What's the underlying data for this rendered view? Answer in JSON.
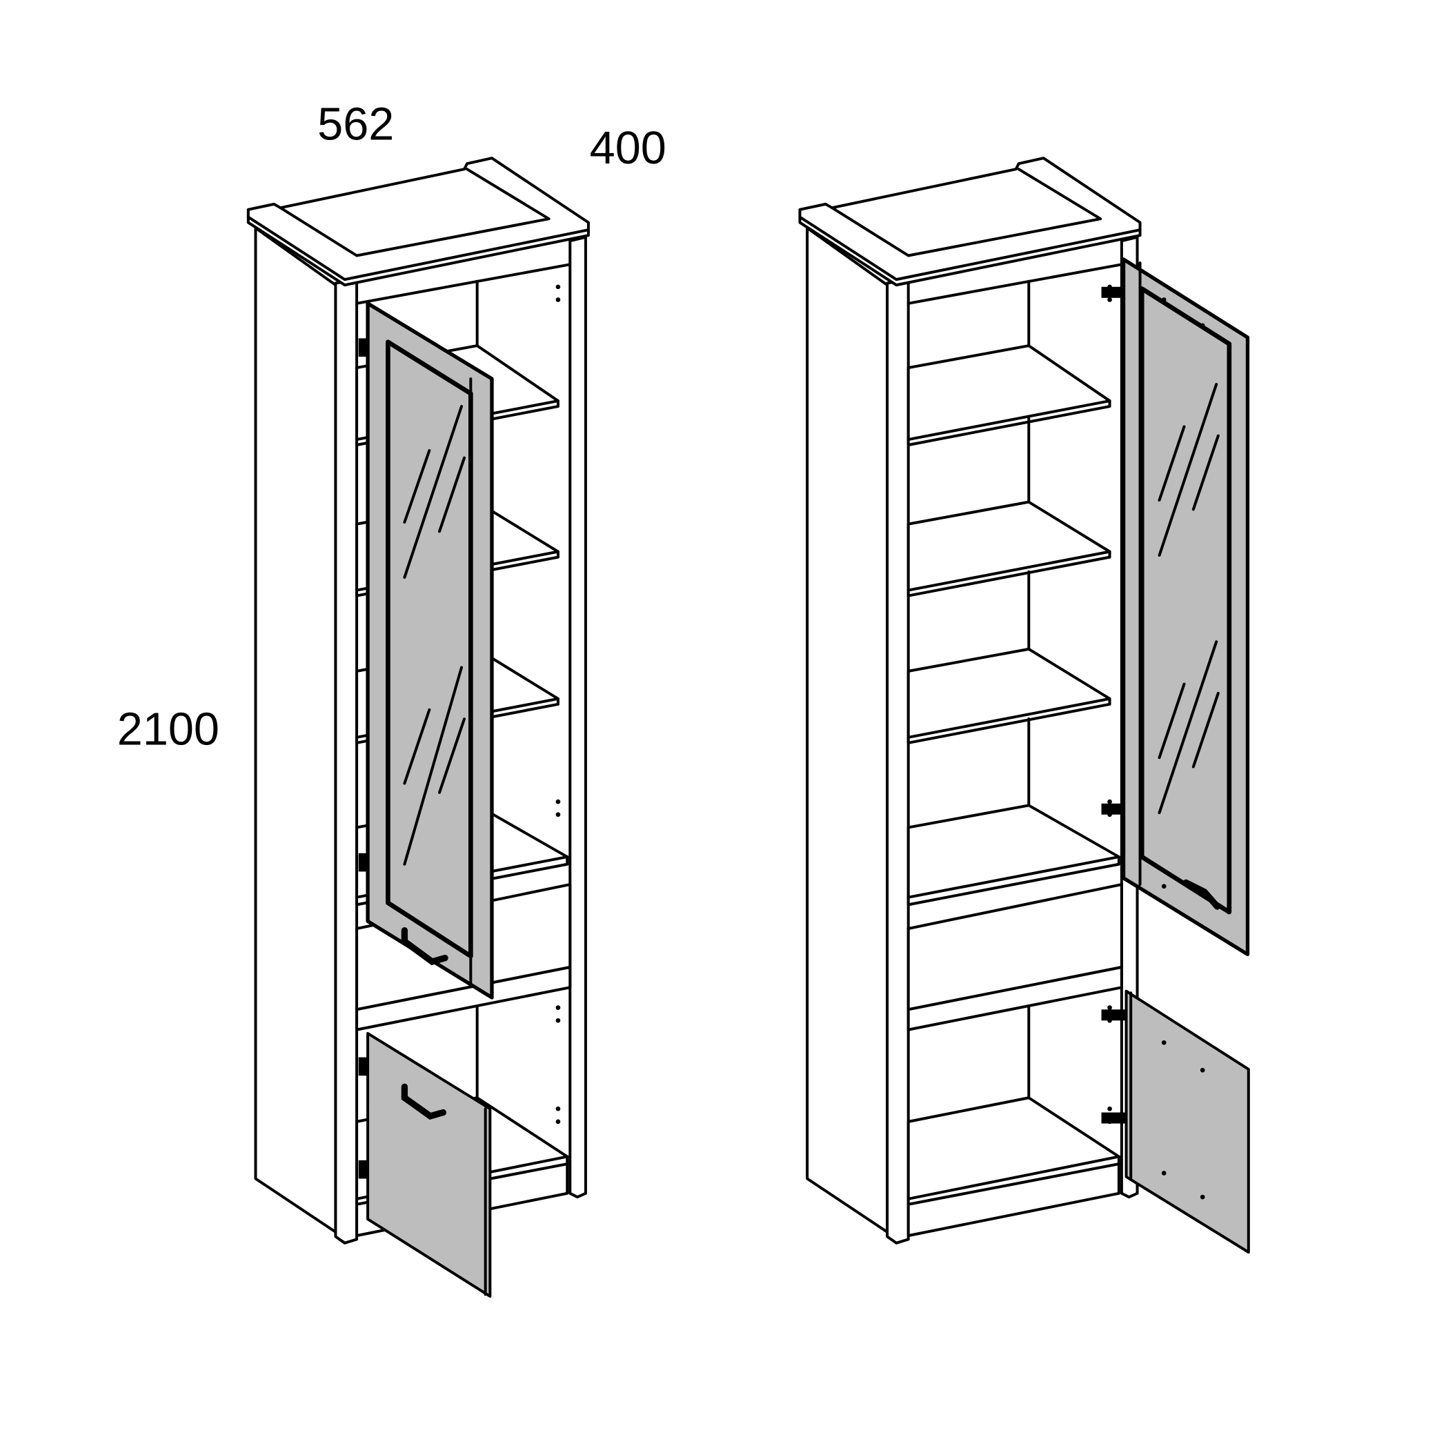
{
  "dimensions": {
    "width": "562",
    "depth": "400",
    "height": "2100"
  },
  "colors": {
    "line": "#000000",
    "door_fill": "#bdbdbd",
    "background": "#ffffff"
  },
  "views": [
    {
      "name": "cabinet-doors-half-open"
    },
    {
      "name": "cabinet-doors-fully-open"
    }
  ]
}
